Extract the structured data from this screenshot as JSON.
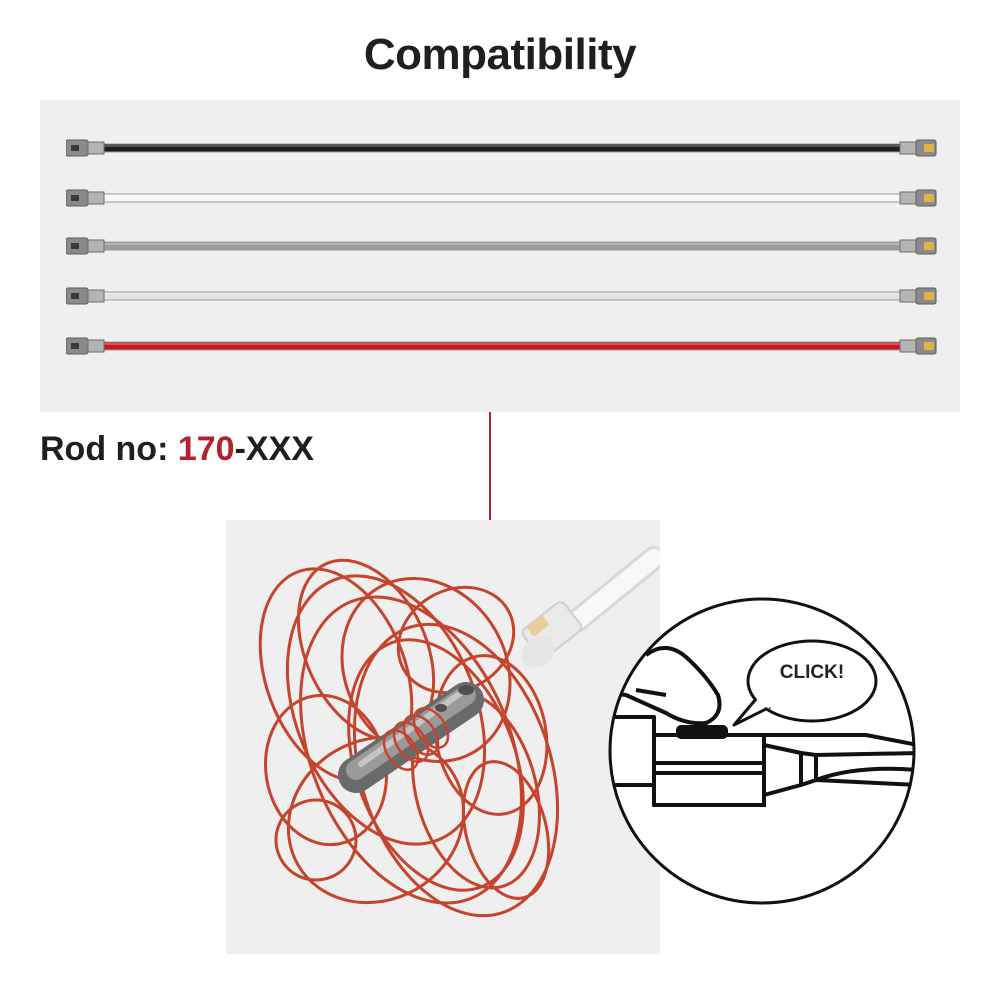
{
  "title": "Compatibility",
  "rods": [
    {
      "name": "black-rod",
      "color": "#1e1e1e"
    },
    {
      "name": "white-rod",
      "color": "#f7f7f7"
    },
    {
      "name": "grey-rod",
      "color": "#9c9c9c"
    },
    {
      "name": "light-grey-rod",
      "color": "#e2e2e2"
    },
    {
      "name": "red-rod",
      "color": "#c31a22"
    }
  ],
  "rod_number": {
    "prefix": "Rod no: ",
    "code": "170",
    "suffix": "-XXX"
  },
  "callout": {
    "text": "CLICK!"
  },
  "colors": {
    "accent": "#b3202e",
    "brush": "#c5442e"
  }
}
